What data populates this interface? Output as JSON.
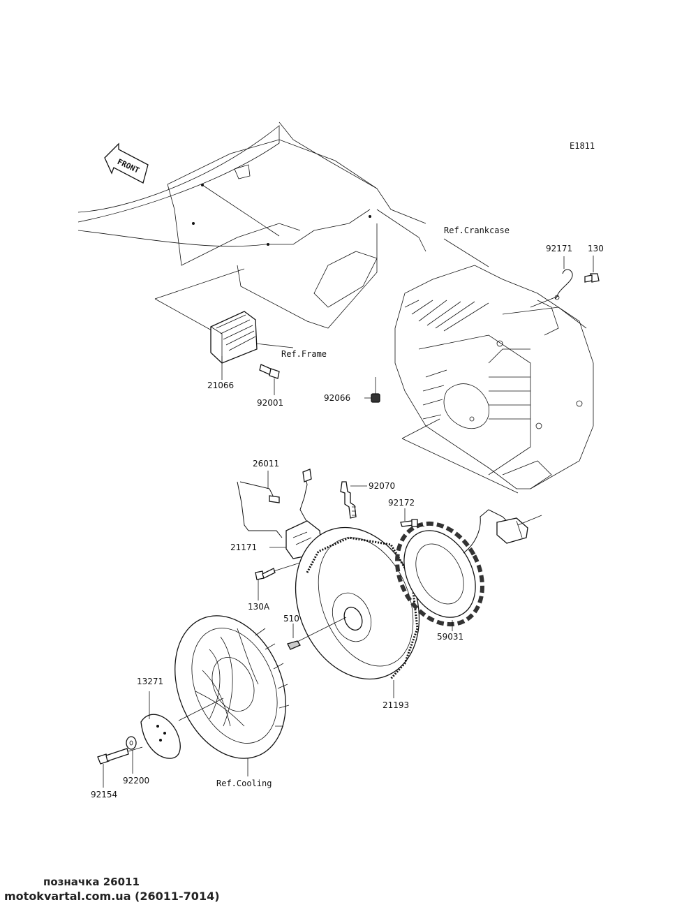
{
  "diagram": {
    "code": "E1811",
    "front_arrow": "FRONT",
    "refs": {
      "crankcase": "Ref.Crankcase",
      "frame": "Ref.Frame",
      "cooling": "Ref.Cooling"
    },
    "parts": {
      "p92171": "92171",
      "p130": "130",
      "p21066": "21066",
      "p92001": "92001",
      "p92066": "92066",
      "p26011": "26011",
      "p92070": "92070",
      "p92172": "92172",
      "p21171": "21171",
      "p130A": "130A",
      "p510": "510",
      "p59031": "59031",
      "p21193": "21193",
      "p13271": "13271",
      "p92200": "92200",
      "p92154": "92154"
    }
  },
  "footer": {
    "caption": "позначка 26011",
    "source": "motokvartal.com.ua (26011-7014)"
  }
}
